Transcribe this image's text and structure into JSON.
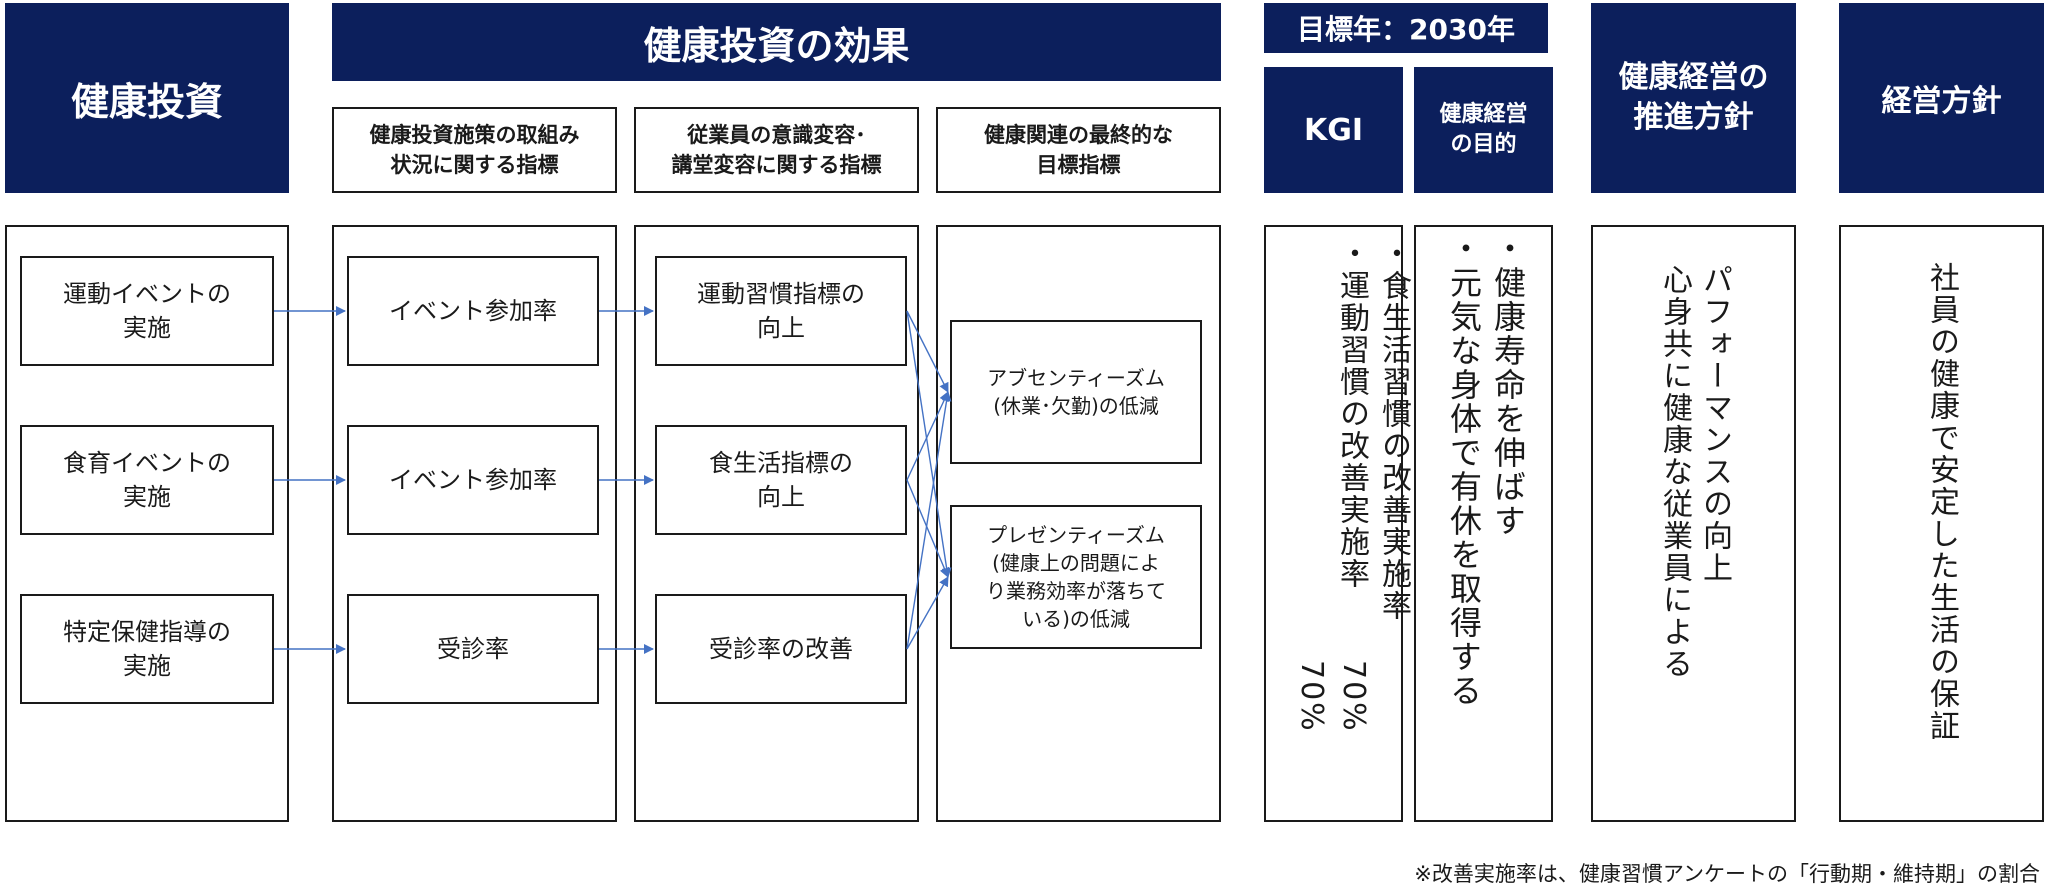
{
  "headers": {
    "health_investment": "健康投資",
    "effects": "健康投資の効果",
    "target_year": "目標年：2030年",
    "kgi": "KGI",
    "purpose": "健康経営\nの目的",
    "policy": "健康経営の\n推進方針",
    "management_policy": "経営方針"
  },
  "subheaders": {
    "initiatives": "健康投資施策の取組み\n状況に関する指標",
    "awareness": "従業員の意識変容･\n講堂変容に関する指標",
    "final": "健康関連の最終的な\n目標指標"
  },
  "investments": [
    "運動イベントの\n実施",
    "食育イベントの\n実施",
    "特定保健指導の\n実施"
  ],
  "initiative_indicators": [
    "イベント参加率",
    "イベント参加率",
    "受診率"
  ],
  "awareness_indicators": [
    "運動習慣指標の\n向上",
    "食生活指標の\n向上",
    "受診率の改善"
  ],
  "final_indicators": [
    "アブセンティーズム\n(休業･欠勤)の低減",
    "プレゼンティーズム\n(健康上の問題によ\nり業務効率が落ちて\nいる)の低減"
  ],
  "kgi": [
    {
      "text": "・食生活習慣の改善実施率",
      "value": "70%"
    },
    {
      "text": "・運動習慣の改善実施率",
      "value": "70%"
    }
  ],
  "purpose": [
    "・健康寿命を伸ばす",
    "・元気な身体で有休を取得する"
  ],
  "policy": [
    "パフォーマンスの向上",
    "心身共に健康な従業員による"
  ],
  "management": "社員の健康で安定した生活の保証",
  "footnote": "※改善実施率は、健康習慣アンケートの「行動期・維持期」の割合",
  "colors": {
    "navy": "#0c1f5c",
    "arrow": "#4472c4"
  }
}
